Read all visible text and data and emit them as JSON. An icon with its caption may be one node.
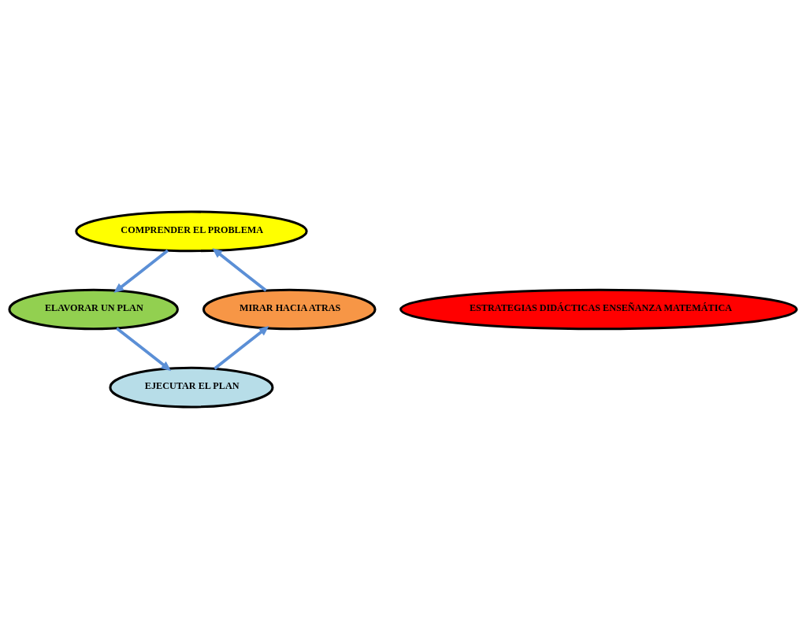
{
  "diagram": {
    "nodes": [
      {
        "text": [
          "COMPRENDER EL PROBLEMA"
        ]
      },
      {
        "text": [
          "MIRAR HACIA ATRAS"
        ]
      },
      {
        "text": [
          "ESTRATEGIAS DIDÁCTICAS ENSEÑANZA MATEMÁTICA"
        ]
      },
      {
        "text": [
          "ELAVORAR UN PLAN"
        ]
      },
      {
        "text": [
          "EJECUTAR EL PLAN"
        ]
      }
    ],
    "edges": [
      {
        "from": 0,
        "to": 3,
        "arrow": "to"
      },
      {
        "from": 3,
        "to": 4,
        "arrow": "to"
      },
      {
        "from": 4,
        "to": 1,
        "arrow": "to"
      },
      {
        "from": 1,
        "to": 0,
        "arrow": "to"
      }
    ]
  }
}
